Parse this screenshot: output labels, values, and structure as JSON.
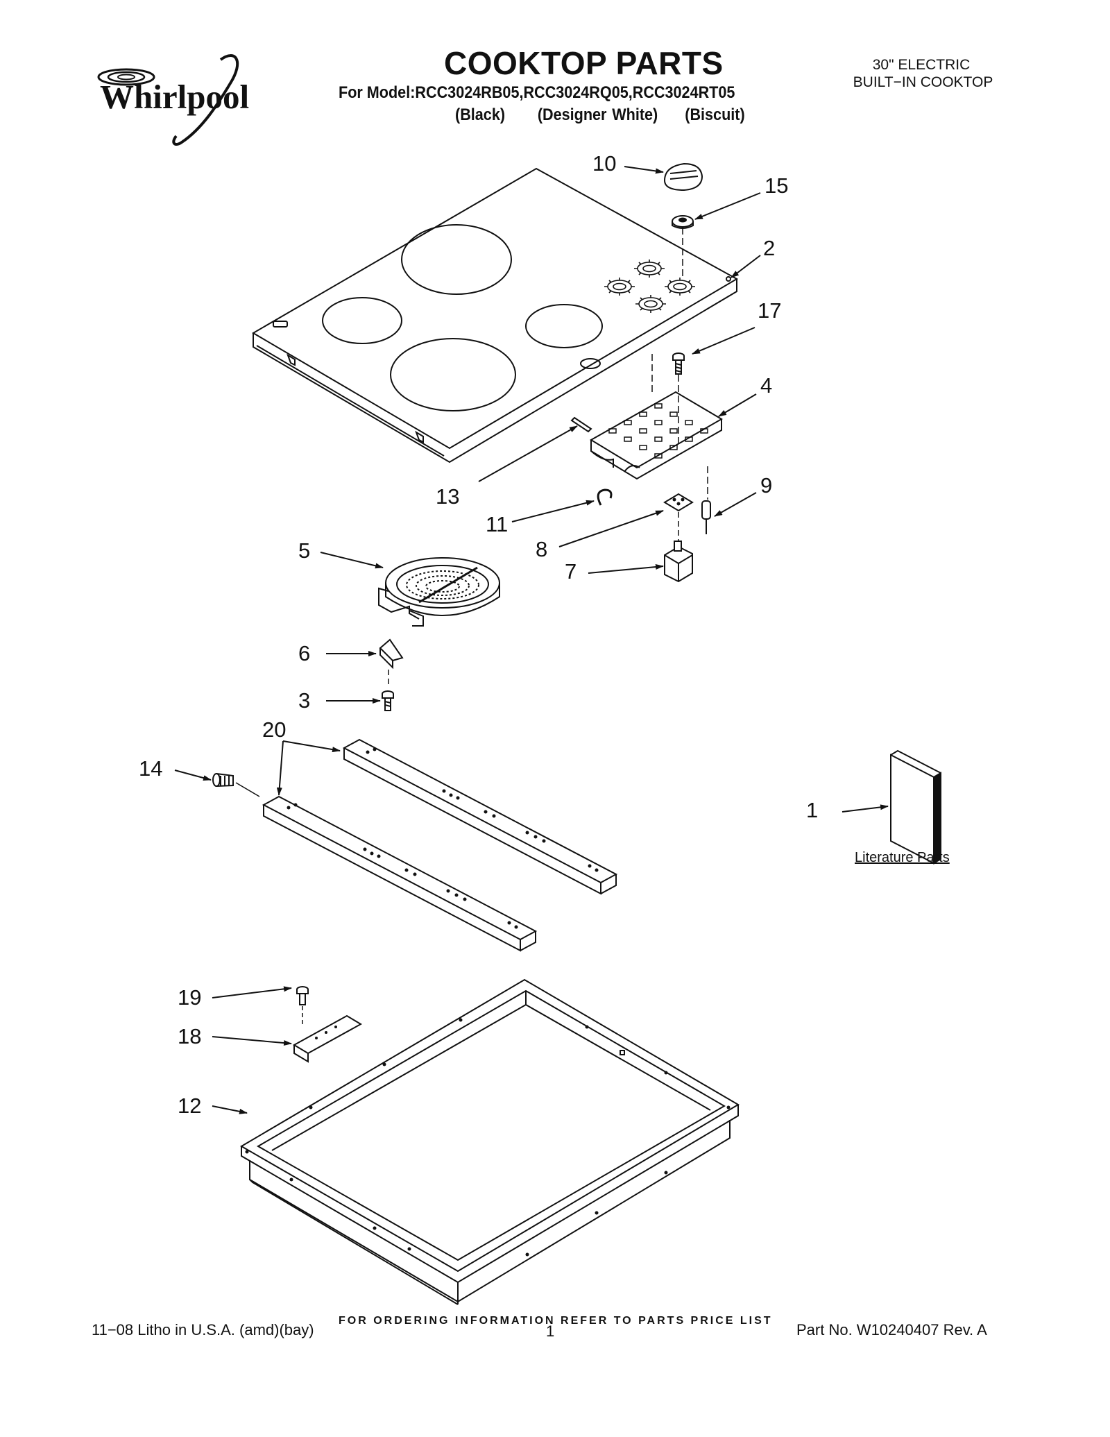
{
  "header": {
    "title": "COOKTOP PARTS",
    "model_line": "For Model:RCC3024RB05,RCC3024RQ05,RCC3024RT05",
    "color_line": "(Black)      (Designer White)     (Biscuit)",
    "product_type_line1": "30\" ELECTRIC",
    "product_type_line2": "BUILT−IN COOKTOP",
    "brand_logo": "Whirlpool"
  },
  "diagram": {
    "callouts": [
      "10",
      "15",
      "2",
      "17",
      "4",
      "13",
      "11",
      "9",
      "8",
      "7",
      "5",
      "6",
      "3",
      "20",
      "14",
      "1",
      "19",
      "18",
      "12"
    ],
    "literature_label": "Literature Parts"
  },
  "footer": {
    "ordering_note": "FOR ORDERING INFORMATION REFER TO PARTS PRICE LIST",
    "litho": "11−08 Litho in U.S.A. (amd)(bay)",
    "page_number": "1",
    "part_number": "Part No. W10240407 Rev. A"
  }
}
